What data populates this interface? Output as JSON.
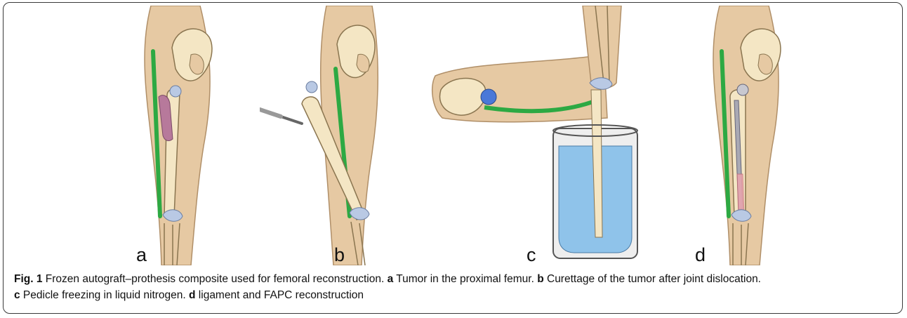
{
  "panels": [
    {
      "label": "a"
    },
    {
      "label": "b"
    },
    {
      "label": "c"
    },
    {
      "label": "d"
    }
  ],
  "caption": {
    "fig_label": "Fig. 1",
    "title": " Frozen autograft–prothesis composite used for femoral reconstruction. ",
    "a_label": "a",
    "a_text": " Tumor in the proximal femur. ",
    "b_label": "b",
    "b_text": " Curettage of the tumor after joint dislocation. ",
    "c_label": "c",
    "c_text": " Pedicle freezing in liquid nitrogen. ",
    "d_label": "d",
    "d_text": " ligament and FAPC reconstruction"
  },
  "colors": {
    "skin": "#e6c9a3",
    "skin_outline": "#b08f68",
    "bone": "#f4e6c4",
    "bone_outline": "#8a7550",
    "ligament": "#2da943",
    "cartilage": "#b9c9e4",
    "tumor": "#b7799b",
    "nitrogen": "#8fc3ea",
    "prosthesis": "#a9a9b4"
  }
}
